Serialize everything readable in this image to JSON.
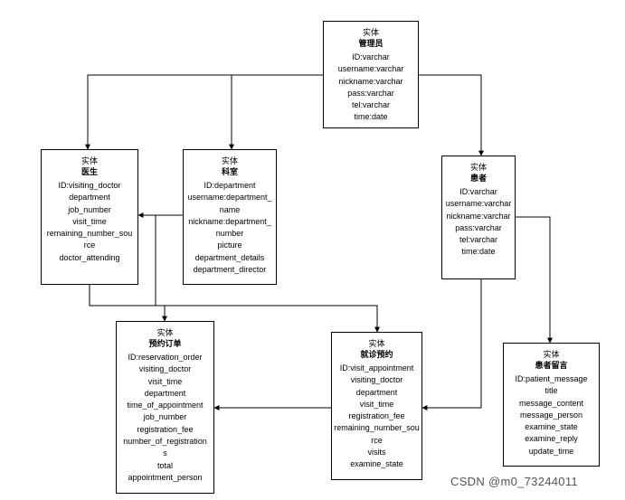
{
  "entities": {
    "admin": {
      "kind": "实体",
      "name": "管理员",
      "fields": [
        "ID:varchar",
        "username:varchar",
        "nickname:varchar",
        "pass:varchar",
        "tel:varchar",
        "time:date"
      ]
    },
    "doctor": {
      "kind": "实体",
      "name": "医生",
      "fields": [
        "ID:visiting_doctor",
        "department",
        "job_number",
        "visit_time",
        "remaining_number_sou",
        "rce",
        "doctor_attending"
      ]
    },
    "department": {
      "kind": "实体",
      "name": "科室",
      "fields": [
        "ID:department",
        "username:department_",
        "name",
        "nickname:department_",
        "number",
        "picture",
        "department_details",
        "department_director"
      ]
    },
    "patient": {
      "kind": "实体",
      "name": "患者",
      "fields": [
        "ID:varchar",
        "username:varchar",
        "nickname:varchar",
        "pass:varchar",
        "tel:varchar",
        "time:date"
      ]
    },
    "reservation_order": {
      "kind": "实体",
      "name": "预约订单",
      "fields": [
        "ID:reservation_order",
        "visiting_doctor",
        "visit_time",
        "department",
        "time_of_appointment",
        "job_number",
        "registration_fee",
        "number_of_registration",
        "s",
        "total",
        "appointment_person"
      ]
    },
    "visit_appointment": {
      "kind": "实体",
      "name": "就诊预约",
      "fields": [
        "ID:visit_appointment",
        "visiting_doctor",
        "department",
        "visit_time",
        "registration_fee",
        "remaining_number_sou",
        "rce",
        "visits",
        "examine_state"
      ]
    },
    "patient_message": {
      "kind": "实体",
      "name": "患者留言",
      "fields": [
        "ID:patient_message",
        "title",
        "message_content",
        "message_person",
        "examine_state",
        "examine_reply",
        "update_time"
      ]
    }
  },
  "watermark": "CSDN @m0_73244011"
}
